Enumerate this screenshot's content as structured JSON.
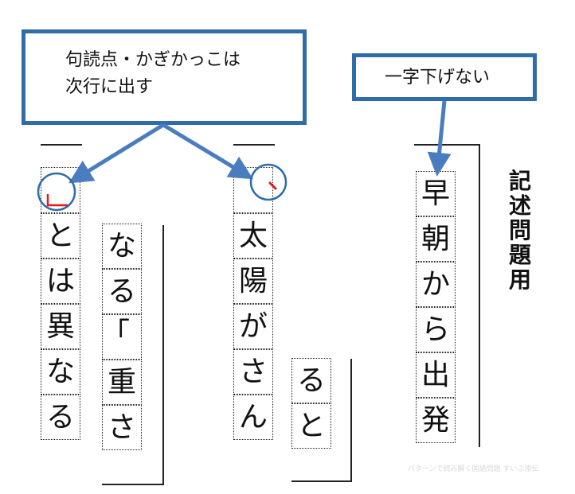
{
  "callouts": {
    "left": {
      "line1": "句読点・かぎかっこは",
      "line2": "次行に出す"
    },
    "right": {
      "text": "一字下げない"
    }
  },
  "columns": {
    "col1": [
      "」",
      "と",
      "は",
      "異",
      "な",
      "る"
    ],
    "col2": [
      "な",
      "る",
      "「",
      "重",
      "さ"
    ],
    "col3": [
      "、",
      "太",
      "陽",
      "が",
      "さ",
      "ん"
    ],
    "col4": [
      "る",
      "と"
    ],
    "col5": [
      "早",
      "朝",
      "か",
      "ら",
      "出",
      "発"
    ]
  },
  "side_title": "記述問題用",
  "caption": "パターンで読み解く国語問題 すいぶ添伝",
  "colors": {
    "callout_border": "#2e6da8",
    "arrow": "#4a7cc0",
    "mark": "#e0191b",
    "circle": "#2e6da8"
  }
}
